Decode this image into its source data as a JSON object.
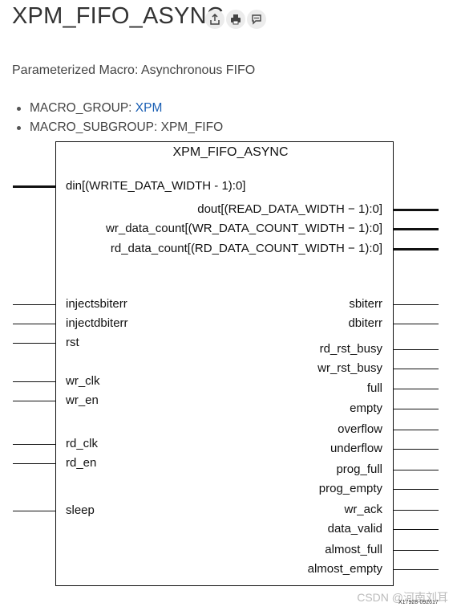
{
  "page": {
    "title": "XPM_FIFO_ASYNC",
    "subtitle": "Parameterized Macro: Asynchronous FIFO",
    "macro_group_label": "MACRO_GROUP: ",
    "macro_group_value": "XPM",
    "macro_subgroup_label": "MACRO_SUBGROUP: XPM_FIFO",
    "icons": [
      "share-icon",
      "print-icon",
      "feedback-icon"
    ]
  },
  "diagram": {
    "block_name": "XPM_FIFO_ASYNC",
    "left_ports": [
      "din[(WRITE_DATA_WIDTH - 1):0]",
      "injectsbiterr",
      "injectdbiterr",
      "rst",
      "wr_clk",
      "wr_en",
      "rd_clk",
      "rd_en",
      "sleep"
    ],
    "right_ports": [
      "dout[(READ_DATA_WIDTH − 1):0]",
      "wr_data_count[(WR_DATA_COUNT_WIDTH − 1):0]",
      "rd_data_count[(RD_DATA_COUNT_WIDTH − 1):0]",
      "sbiterr",
      "dbiterr",
      "rd_rst_busy",
      "wr_rst_busy",
      "full",
      "empty",
      "overflow",
      "underflow",
      "prog_full",
      "prog_empty",
      "wr_ack",
      "data_valid",
      "almost_full",
      "almost_empty"
    ],
    "figure_id": "X17928-092617"
  },
  "watermark": "CSDN @河南刘耳"
}
